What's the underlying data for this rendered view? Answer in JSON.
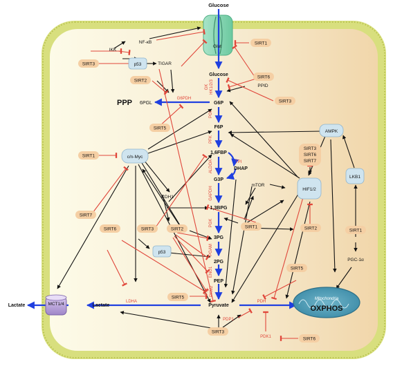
{
  "colors": {
    "cell_left": "#fdfbe6",
    "cell_right": "#f3ddb6",
    "membrane": "#d8df7e",
    "membrane_dark": "#b8c24e",
    "flow_blue": "#1f3fe0",
    "inhibit_red": "#e0463a",
    "sirt_fill": "#f5cfa4",
    "box_fill": "#cfe4ef",
    "box_stroke": "#8fb4cc",
    "black": "#111111"
  },
  "metabolites": {
    "glucose_top": "Glucose",
    "glucose": "Glucose",
    "g6p": "G6P",
    "f6p": "F6P",
    "f16bp": "1,6FBP",
    "dhap": "DHAP",
    "g3p": "G3P",
    "bpg13": "1,3BPG",
    "pg3": "3PG",
    "pg2": "2PG",
    "pep": "PEP",
    "pyruvate": "Pyruvate",
    "lactate_in": "Lactate",
    "lactate_out": "Lactate",
    "ppp": "PPP",
    "pgl6": "6PGL"
  },
  "enzymes": {
    "glut": "Glut",
    "gk": "GK",
    "hk": "HK1/2/3",
    "g6pdh": "G6PDH",
    "pgi": "PGI",
    "pfk": "PFK",
    "aldoa": "ALDOA",
    "tpi": "TPI",
    "gapdh": "GAPDH",
    "pgk": "PGK",
    "pgam": "PGAM",
    "eno1": "ENO1",
    "pkl": "PKL",
    "pkm2": "PKM2",
    "ldha": "LDHA",
    "pdh": "PDH",
    "pdp1": "PDP1",
    "pdk1": "PDK1"
  },
  "regulators": {
    "nfkb": "NF-κB",
    "ikk": "IKK",
    "p53_top": "p53",
    "tigar": "TIGAR",
    "cmyc": "c/n-Myc",
    "cdh1": "CDH1",
    "p53_mid": "p53",
    "mtor": "mTOR",
    "hif": "HIF1/2",
    "ampk": "AMPK",
    "lkb1": "LKB1",
    "pgc": "PGC-1α",
    "ppid": "PPID",
    "mct": "MCT1/4",
    "mito_label": "Mitochondria",
    "oxphos": "OXPHOS"
  },
  "sirtuins": {
    "sirt3_top": "SIRT3",
    "sirt2_top": "SIRT2",
    "sirt1_glut": "SIRT1",
    "sirt6_top": "SIRT6",
    "sirt3_right": "SIRT3",
    "sirt5_ppp": "SIRT5",
    "sirt1_myc": "SIRT1",
    "sirt367_a": "SIRT3",
    "sirt367_b": "SIRT6",
    "sirt367_c": "SIRT7",
    "sirt7_left": "SIRT7",
    "sirt6_left": "SIRT6",
    "sirt3_mid": "SIRT3",
    "sirt2_mid": "SIRT2",
    "sirt1_mid": "SIRT1",
    "sirt2_hif": "SIRT2",
    "sirt1_lkb": "SIRT1",
    "sirt5_pdh": "SIRT5",
    "sirt5_pk": "SIRT5",
    "sirt3_bottom": "SIRT3",
    "sirt6_bottom": "SIRT6"
  }
}
